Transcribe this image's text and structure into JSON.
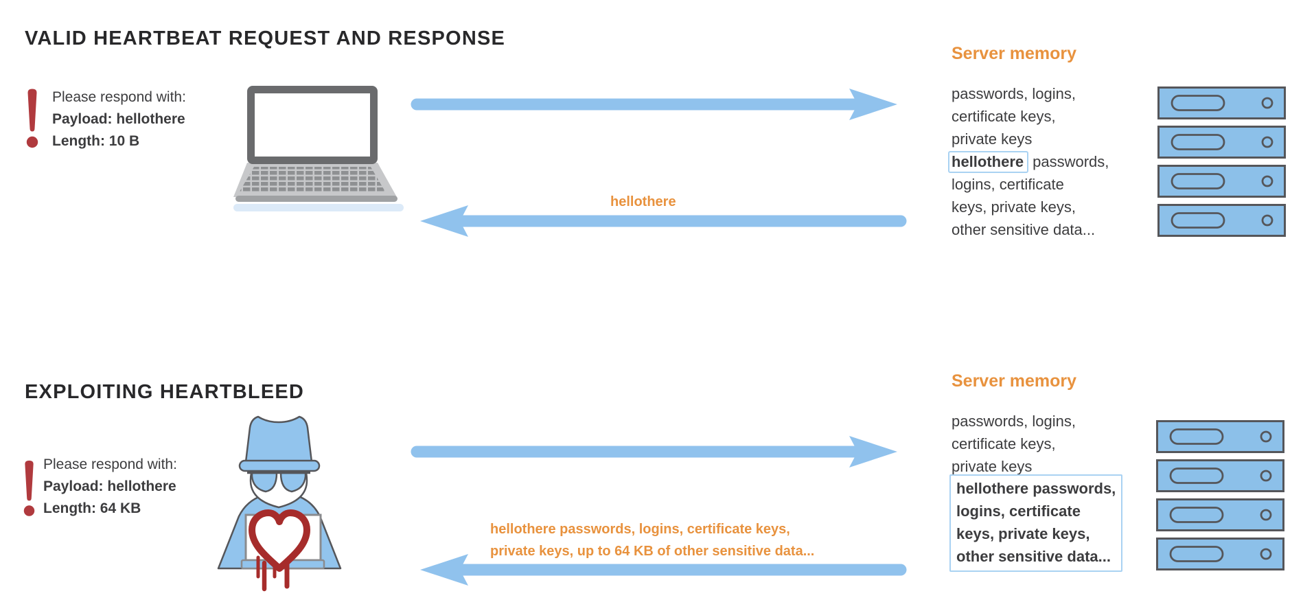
{
  "colors": {
    "accent_orange": "#E8923E",
    "arrow_blue": "#90C2ED",
    "device_blue": "#8CC0E9",
    "alert_red": "#B03A3E",
    "heart_red": "#A62C2B",
    "highlight_box_blue": "#A9D2F2",
    "body_text": "#3C3C3E"
  },
  "valid": {
    "title": "VALID HEARTBEAT REQUEST AND RESPONSE",
    "request": {
      "intro": "Please respond with:",
      "payload": "Payload: hellothere",
      "length": "Length: 10 B"
    },
    "response_label": "hellothere",
    "server_memory": {
      "heading": "Server memory",
      "line1": "passwords, logins,",
      "line2": "certificate keys,",
      "line3": "private keys",
      "boxed_word": "hellothere",
      "line4_rest": "passwords,",
      "line5": "logins, certificate",
      "line6": "keys, private keys,",
      "line7": "other sensitive data..."
    }
  },
  "exploit": {
    "title": "EXPLOITING HEARTBLEED",
    "request": {
      "intro": "Please respond with:",
      "payload": "Payload: hellothere",
      "length": "Length: 64 KB"
    },
    "response_label_line1": "hellothere passwords, logins, certificate keys,",
    "response_label_line2": "private keys, up to 64 KB of other sensitive data...",
    "server_memory": {
      "heading": "Server memory",
      "line1": "passwords, logins,",
      "line2": "certificate keys,",
      "line3": "private keys",
      "boxed_line1": "hellothere passwords,",
      "boxed_line2": "logins, certificate",
      "boxed_line3": "keys, private keys,",
      "boxed_line4": "other sensitive data..."
    }
  }
}
